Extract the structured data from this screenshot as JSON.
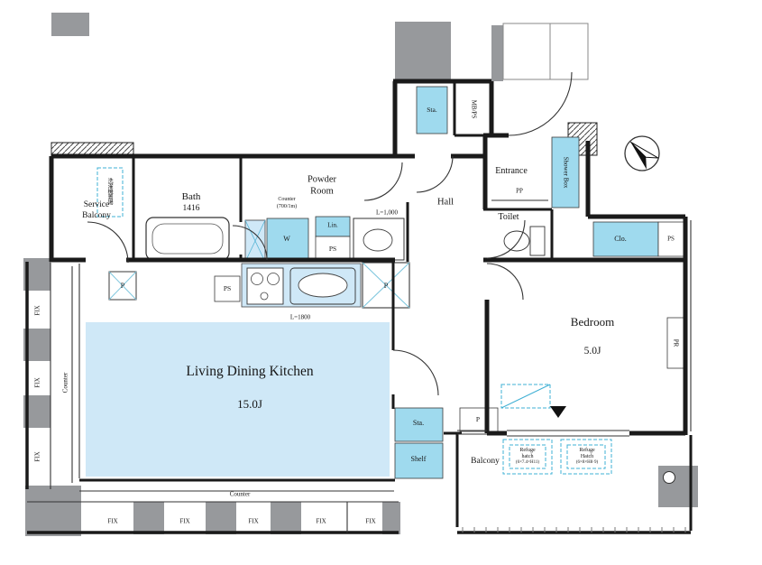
{
  "app": {
    "type": "apartment-floor-plan"
  },
  "colors": {
    "floor_fill": "#cfe8f7",
    "fixture_fill": "#9fdaee",
    "wall": "#1a1a1a",
    "column_gray": "#97999c",
    "dashed_accent": "#3fb0d4"
  },
  "rooms": {
    "service_balcony": {
      "line1": "Service",
      "line2": "Balcony"
    },
    "bath": {
      "name": "Bath",
      "size": "1416"
    },
    "powder_room": {
      "line1": "Powder",
      "line2": "Room"
    },
    "hall": {
      "name": "Hall"
    },
    "entrance": {
      "name": "Entrance"
    },
    "toilet": {
      "name": "Toilet"
    },
    "bedroom": {
      "name": "Bedroom",
      "size": "5.0J"
    },
    "ldk": {
      "name": "Living Dining Kitchen",
      "size": "15.0J"
    },
    "balcony": {
      "name": "Balcony"
    }
  },
  "labels": {
    "w": "W",
    "lin": "Lin.",
    "ps": "PS",
    "pp": "PP",
    "pr": "PR",
    "p": "P",
    "sta": "Sta.",
    "shelf": "Shelf",
    "mbps": "MB/PS",
    "shower_box": "Shower Box",
    "clo": "Clo.",
    "fix": "FIX",
    "counter": "Counter",
    "counter_size": "(700/1m)",
    "l1000": "L=1,000",
    "l1800": "L=1800",
    "laundry_space": "洗濯機置場"
  },
  "refuge_hatch_left": {
    "line1": "Refuge",
    "line2": "hatch",
    "line3": "(6×7.4×H11)"
  },
  "refuge_hatch_right": {
    "line1": "Refuge",
    "line2": "Hatch",
    "line3": "(6×8×H8·9)"
  }
}
